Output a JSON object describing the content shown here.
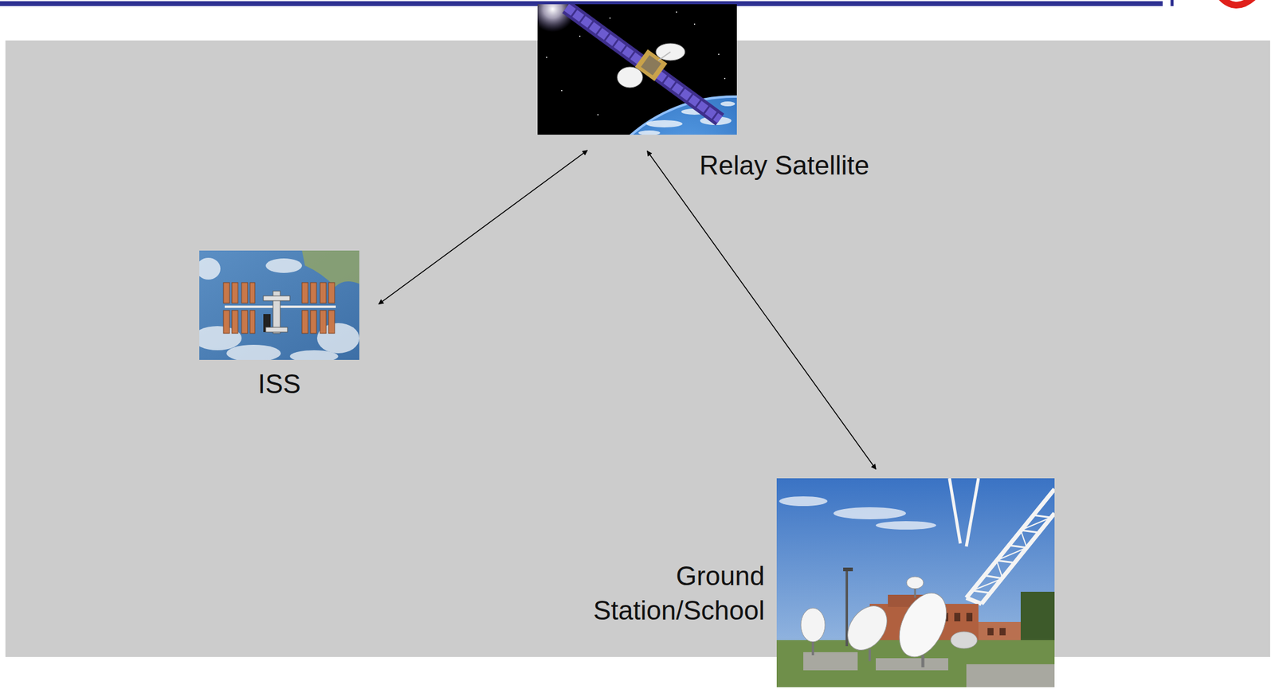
{
  "diagram": {
    "nodes": [
      {
        "text": [
          "Relay Satellite"
        ]
      },
      {
        "text": [
          "ISS"
        ]
      },
      {
        "text": [
          "Ground Station/School"
        ]
      }
    ],
    "edges": [
      {
        "from": 1,
        "to": 0,
        "arrow": "both"
      },
      {
        "from": 0,
        "to": 2,
        "arrow": "both"
      }
    ]
  }
}
